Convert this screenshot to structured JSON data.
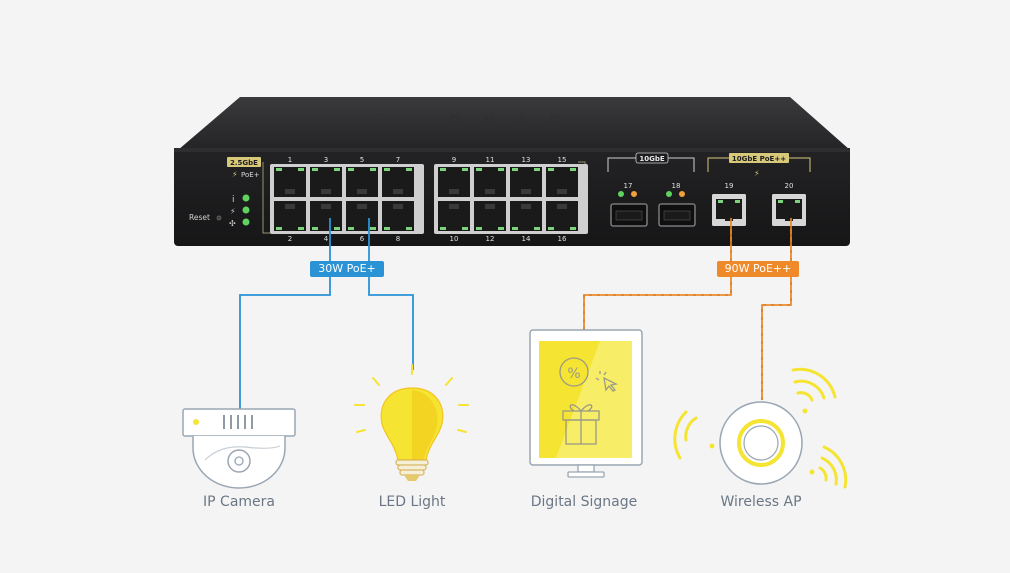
{
  "switch": {
    "brand_engraving": "QNAP",
    "section_labels": {
      "group1": "2.5GbE",
      "group1_sub": "PoE+",
      "group2": "10GbE",
      "group3": "10GbE PoE++"
    },
    "reset_label": "Reset",
    "port_numbers_top": [
      "1",
      "3",
      "5",
      "7",
      "9",
      "11",
      "13",
      "15"
    ],
    "port_numbers_bottom": [
      "2",
      "4",
      "6",
      "8",
      "10",
      "12",
      "14",
      "16"
    ],
    "sfp_ports": [
      "17",
      "18"
    ],
    "poe_ports": [
      "19",
      "20"
    ],
    "status_icons": [
      "info-icon",
      "lightning-icon",
      "fan-icon"
    ]
  },
  "badges": {
    "left": "30W PoE+",
    "right": "90W PoE++"
  },
  "devices": [
    {
      "id": "ip-camera",
      "label": "IP Camera"
    },
    {
      "id": "led-light",
      "label": "LED Light"
    },
    {
      "id": "digital-signage",
      "label": "Digital Signage"
    },
    {
      "id": "wireless-ap",
      "label": "Wireless AP"
    }
  ],
  "colors": {
    "background": "#f4f4f5",
    "switch_body": "#2b2b2d",
    "switch_face": "#1d1d1f",
    "accent_gold": "#d8c87a",
    "led_green": "#5fd35f",
    "led_orange": "#f2a03a",
    "cable_blue": "#2a93d5",
    "cable_orange": "#ef8a2b",
    "device_yellow": "#f5e431",
    "label_grey": "#6b7785"
  }
}
